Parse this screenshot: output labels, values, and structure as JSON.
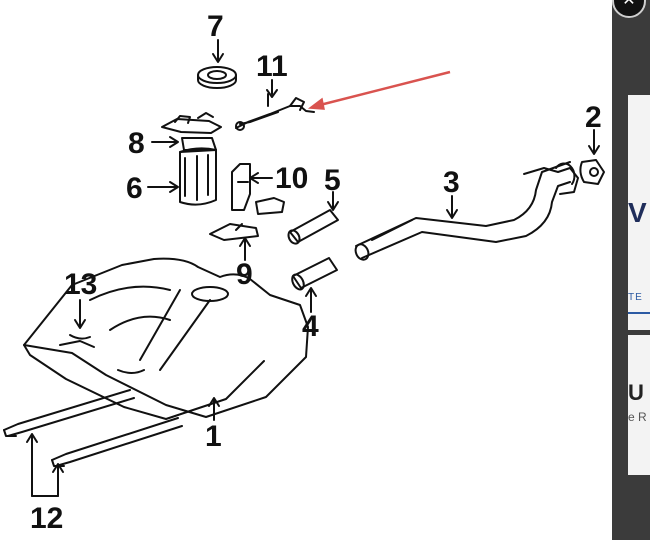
{
  "viewer": {
    "labels": {
      "l1": "1",
      "l2": "2",
      "l3": "3",
      "l4": "4",
      "l5": "5",
      "l6": "6",
      "l7": "7",
      "l8": "8",
      "l9": "9",
      "l10": "10",
      "l11": "11",
      "l12": "12",
      "l13": "13"
    },
    "arrow_color": "#d9534f"
  },
  "backdrop": {
    "fragment_1": "V",
    "fragment_2": "TE",
    "fragment_3": "U",
    "fragment_4": "e R"
  },
  "close_icon": "close-icon"
}
